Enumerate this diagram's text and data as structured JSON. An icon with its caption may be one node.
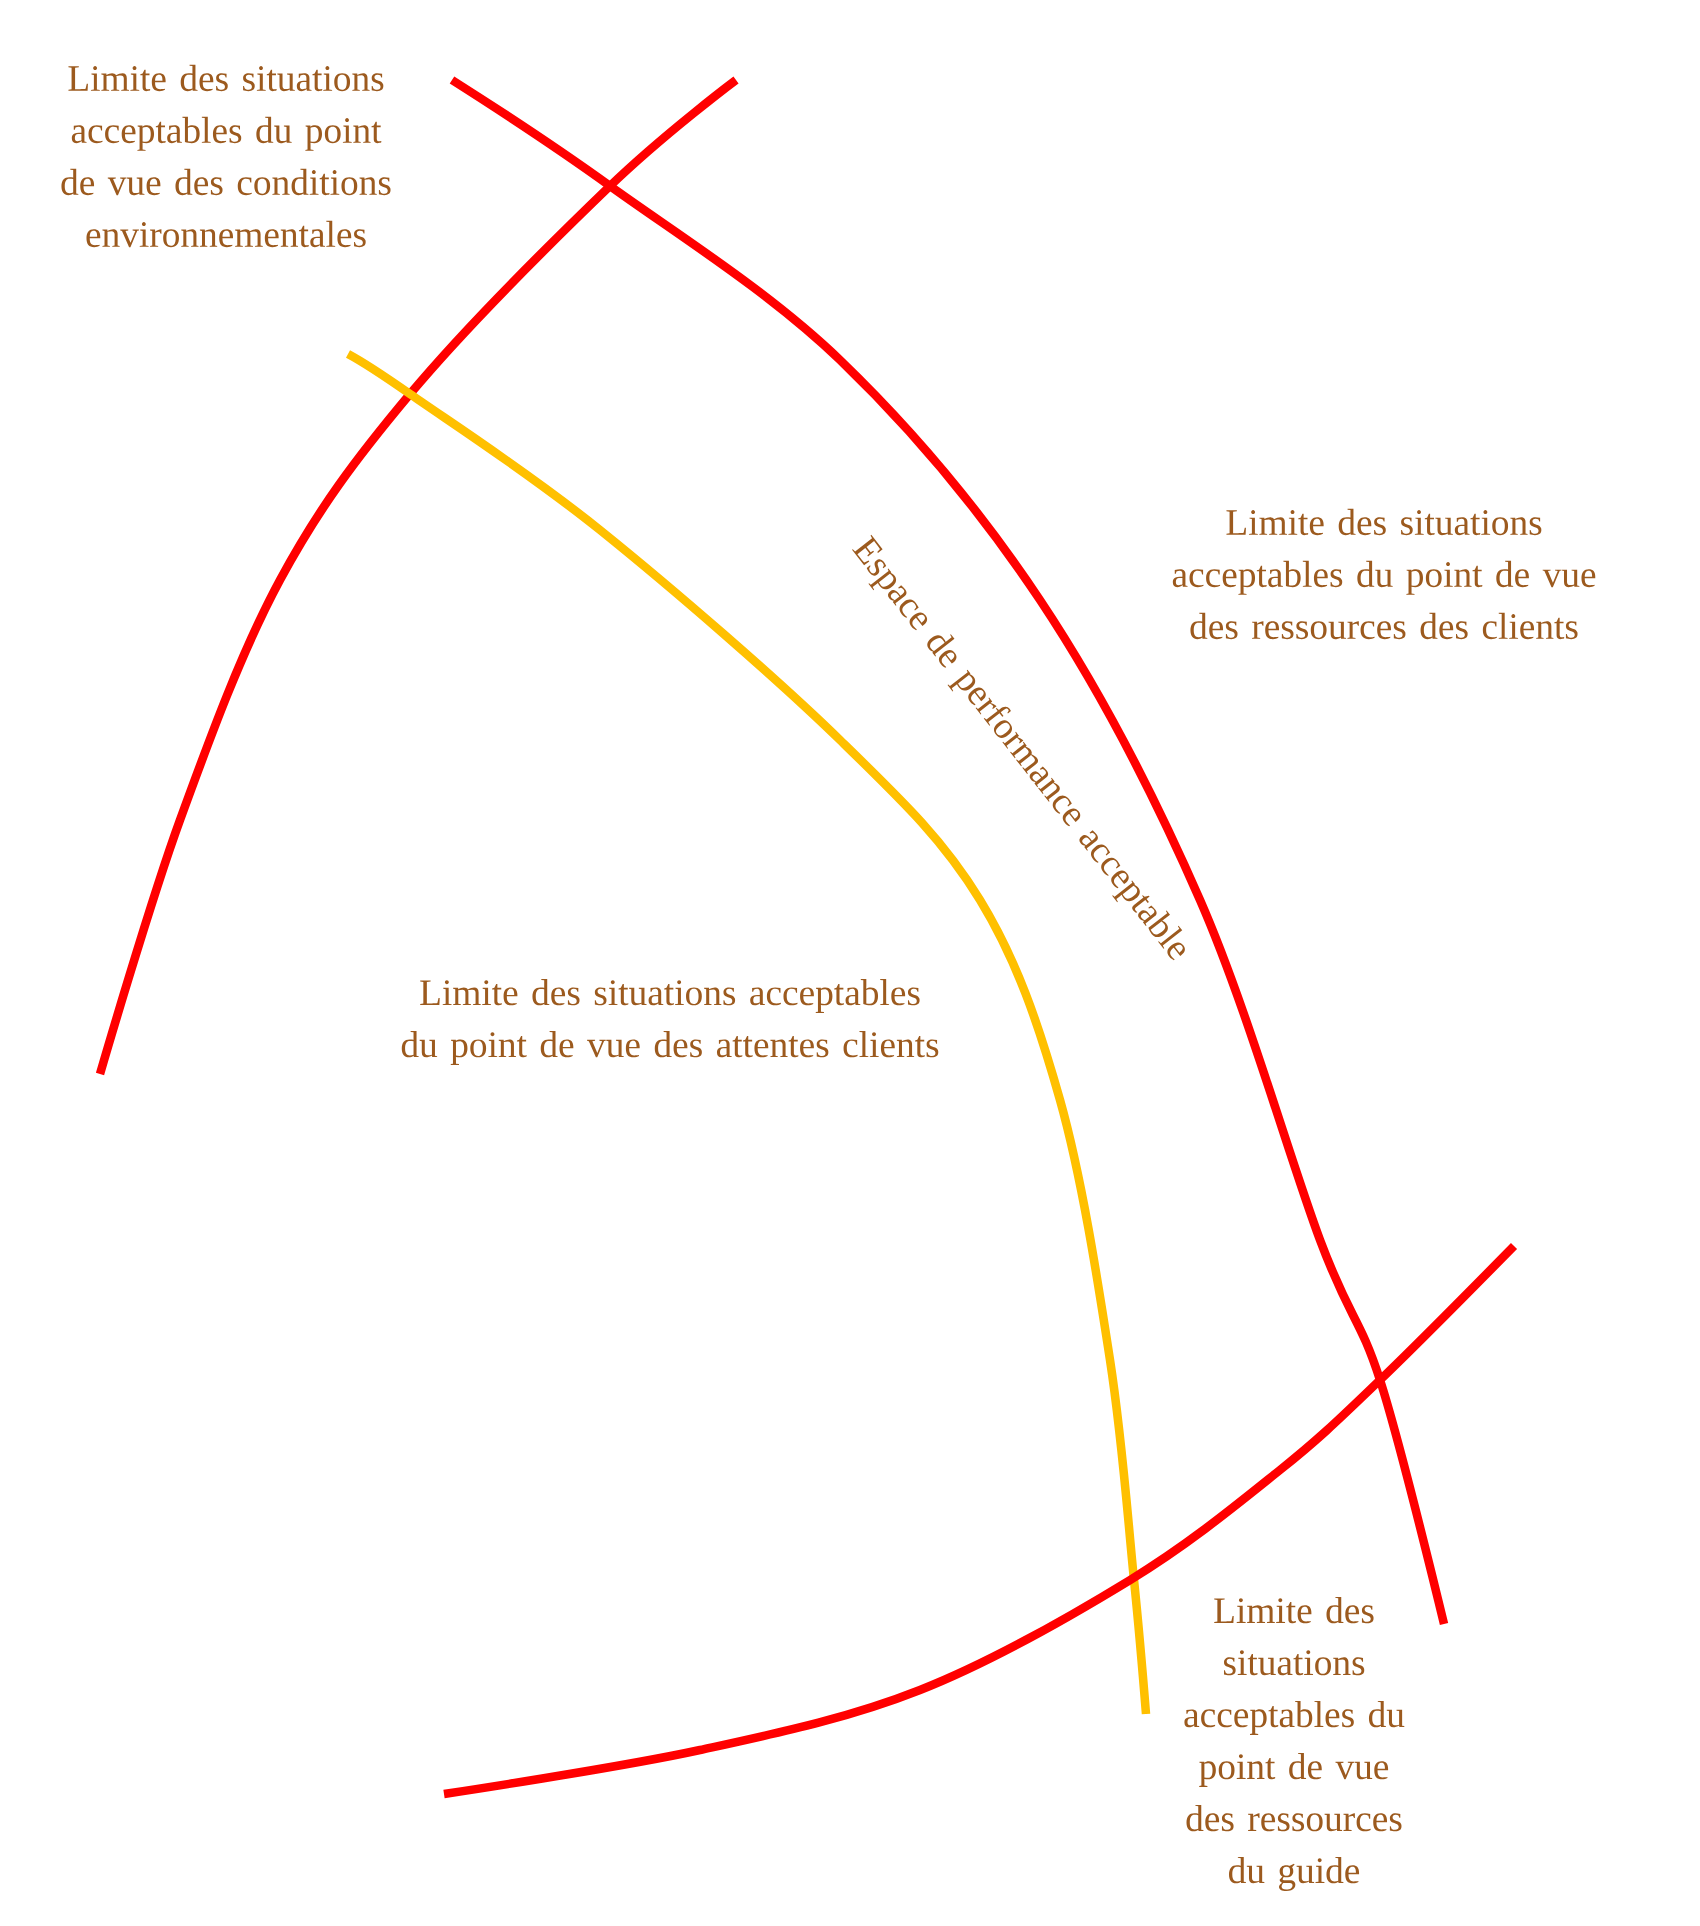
{
  "diagram": {
    "labels": [
      "Limite des situations acceptables du point de vue des conditions environnementales",
      "Limite des situations acceptables du point de vue des ressources des clients",
      "Espace de performance acceptable",
      "Limite des situations acceptables du point de vue des attentes clients",
      "Limite des situations acceptables du point de vue des ressources du guide"
    ]
  }
}
